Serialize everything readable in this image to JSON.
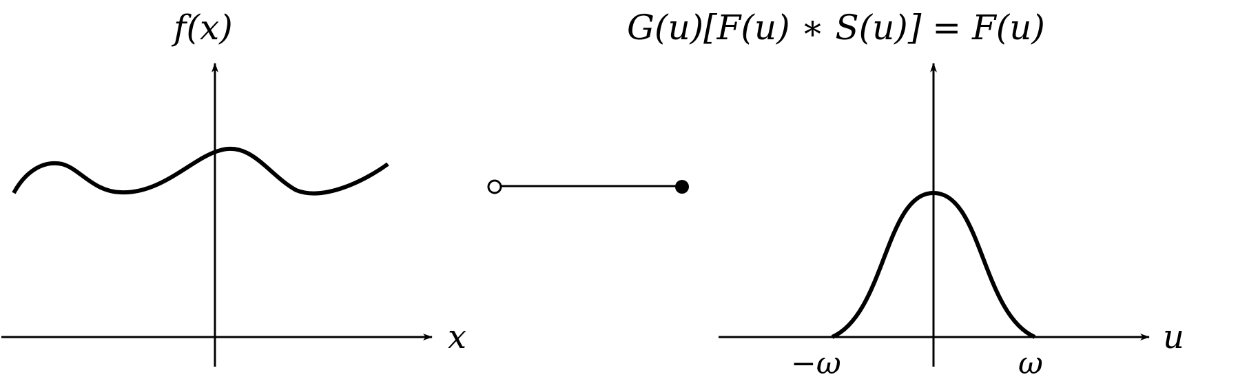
{
  "left_plot": {
    "title": "f(x)",
    "x_axis_label": "x"
  },
  "connector": {
    "start_marker": "open-circle",
    "end_marker": "filled-circle"
  },
  "right_plot": {
    "title": "G(u)[F(u) ∗ S(u)] = F(u)",
    "x_axis_label": "u",
    "tick_left": "−ω",
    "tick_right": "ω"
  }
}
